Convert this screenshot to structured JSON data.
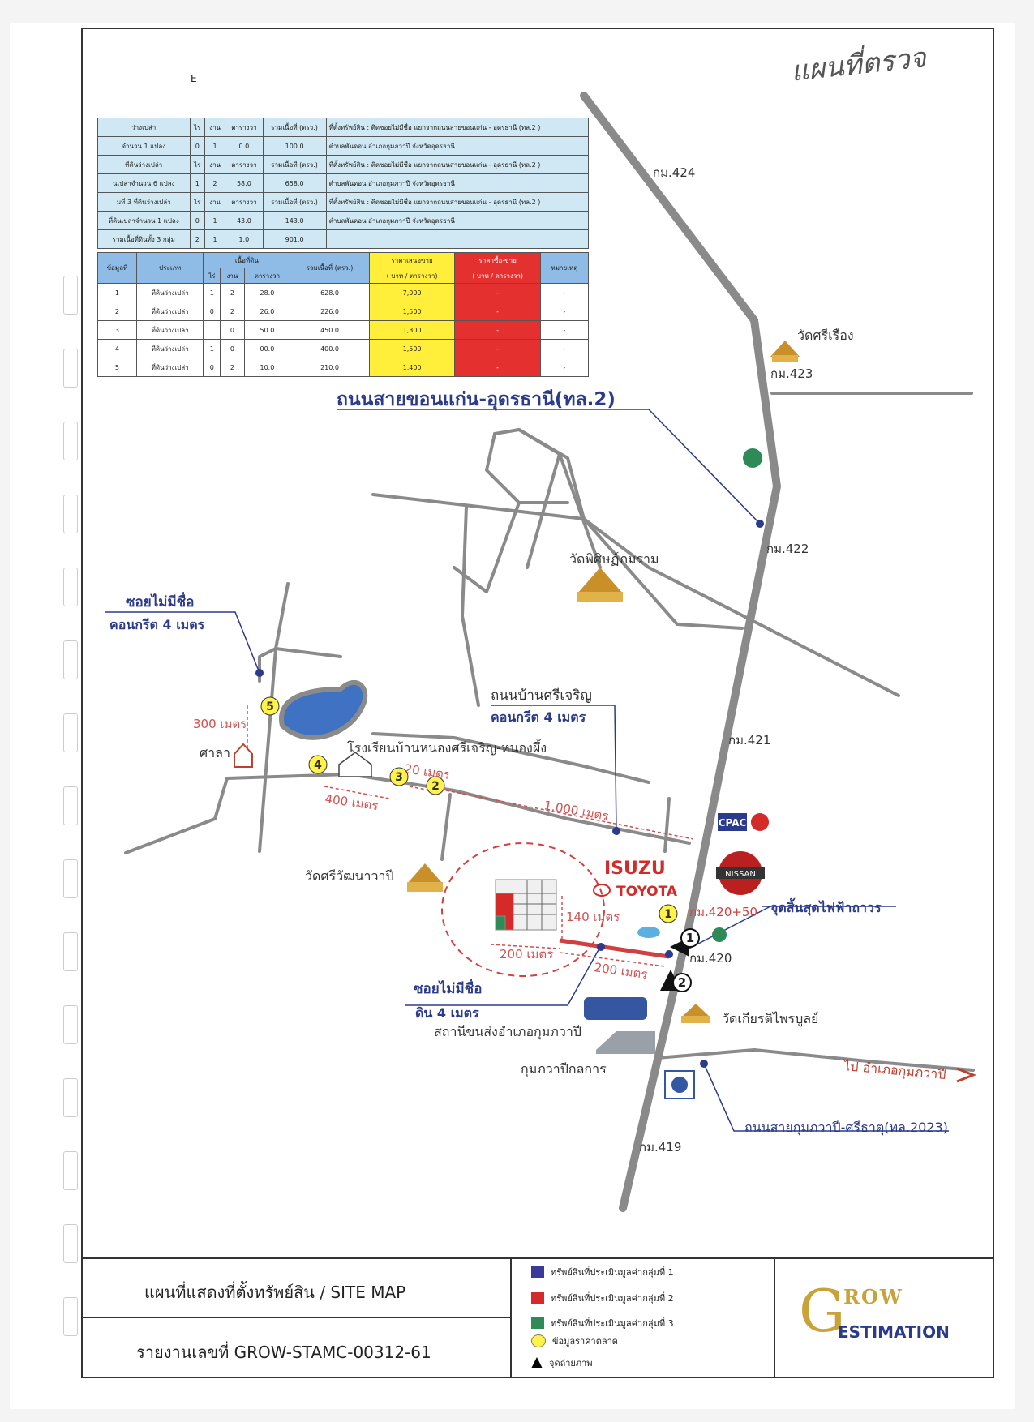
{
  "handwritten_note": "แผนที่ตรวจ",
  "corner_letter": "E",
  "info_table": {
    "rows": [
      [
        "ว่างเปล่า",
        "ไร่",
        "งาน",
        "ตารางวา",
        "รวมเนื้อที่ (ตรว.)",
        "ที่ตั้งทรัพย์สิน : ติดซอยไม่มีชื่อ แยกจากถนนสายขอนแก่น - อุดรธานี (ทล.2 )"
      ],
      [
        "จำนวน 1 แปลง",
        "0",
        "1",
        "0.0",
        "100.0",
        "ตำบลพันดอน อำเภอกุมภวาปี จังหวัดอุดรธานี"
      ],
      [
        "ที่ดินว่างเปล่า",
        "ไร่",
        "งาน",
        "ตารางวา",
        "รวมเนื้อที่ (ตรว.)",
        "ที่ตั้งทรัพย์สิน : ติดซอยไม่มีชื่อ แยกจากถนนสายขอนแก่น - อุดรธานี (ทล.2 )"
      ],
      [
        "นเปล่าจำนวน 6 แปลง",
        "1",
        "2",
        "58.0",
        "658.0",
        "ตำบลพันดอน อำเภอกุมภวาปี จังหวัดอุดรธานี"
      ],
      [
        "มที่ 3 ที่ดินว่างเปล่า",
        "ไร่",
        "งาน",
        "ตารางวา",
        "รวมเนื้อที่ (ตรว.)",
        "ที่ตั้งทรัพย์สิน : ติดซอยไม่มีชื่อ แยกจากถนนสายขอนแก่น - อุดรธานี (ทล.2 )"
      ],
      [
        "ที่ดินเปล่าจำนวน 1 แปลง",
        "0",
        "1",
        "43.0",
        "143.0",
        "ตำบลพันดอน อำเภอกุมภวาปี จังหวัดอุดรธานี"
      ],
      [
        "รวมเนื้อที่ดินทั้ง 3 กลุ่ม",
        "2",
        "1",
        "1.0",
        "901.0",
        ""
      ]
    ]
  },
  "market_table": {
    "headers": {
      "no": "ข้อมูลที่",
      "type": "ประเภท",
      "area": "เนื้อที่ดิน",
      "rai": "ไร่",
      "ngan": "งาน",
      "wa": "ตารางวา",
      "total": "รวมเนื้อที่ (ตรว.)",
      "offer": "ราคาเสนอขาย",
      "offer_unit": "( บาท / ตารางวา)",
      "sale": "ราคาซื้อ-ขาย",
      "sale_unit": "( บาท / ตารางวา)",
      "note": "หมายเหตุ"
    },
    "rows": [
      {
        "no": "1",
        "type": "ที่ดินว่างเปล่า",
        "rai": "1",
        "ngan": "2",
        "wa": "28.0",
        "total": "628.0",
        "offer": "7,000",
        "sale": "-",
        "note": "-"
      },
      {
        "no": "2",
        "type": "ที่ดินว่างเปล่า",
        "rai": "0",
        "ngan": "2",
        "wa": "26.0",
        "total": "226.0",
        "offer": "1,500",
        "sale": "-",
        "note": "-"
      },
      {
        "no": "3",
        "type": "ที่ดินว่างเปล่า",
        "rai": "1",
        "ngan": "0",
        "wa": "50.0",
        "total": "450.0",
        "offer": "1,300",
        "sale": "-",
        "note": "-"
      },
      {
        "no": "4",
        "type": "ที่ดินว่างเปล่า",
        "rai": "1",
        "ngan": "0",
        "wa": "00.0",
        "total": "400.0",
        "offer": "1,500",
        "sale": "-",
        "note": "-"
      },
      {
        "no": "5",
        "type": "ที่ดินว่างเปล่า",
        "rai": "0",
        "ngan": "2",
        "wa": "10.0",
        "total": "210.0",
        "offer": "1,400",
        "sale": "-",
        "note": "-"
      }
    ]
  },
  "map": {
    "highway_label": "ถนนสายขอนแก่น-อุดรธานี(ทล.2)",
    "km": [
      "กม.424",
      "กม.423",
      "กม.422",
      "กม.421",
      "กม.420+50",
      "กม.420",
      "กม.419"
    ],
    "places": {
      "wat_sri_rueang": "วัดศรีเรือง",
      "wat_phitsit": "วัดพิศิษฏ์ภมราม",
      "wat_sri_watana": "วัดศรีวัฒนาวาปี",
      "wat_kiat": "วัดเกียรติไพรบูลย์",
      "school": "โรงเรียนบ้านหนองศรีเจริญ-หนองผึ้ง",
      "sala": "ศาลา",
      "bus_station": "สถานีขนส่งอำเภอกุมภวาปี",
      "kumphawapi_pik": "กุมภวาปีกลการ",
      "to_kumphawapi": "ไป อำเภอกุมภวาปี"
    },
    "roads": {
      "soi_top_name": "ซอยไม่มีชื่อ",
      "soi_top_desc": "คอนกรีต 4 เมตร",
      "ban_sri_name": "ถนนบ้านศรีเจริญ",
      "ban_sri_desc": "คอนกรีต 4 เมตร",
      "soi_bottom_name": "ซอยไม่มีชื่อ",
      "soi_bottom_desc": "ดิน 4 เมตร",
      "road_2023": "ถนนสายกุมภวาปี-ศรีธาตุ(ทล.2023)"
    },
    "electric_end": "จุดสิ้นสุดไฟฟ้าถาวร",
    "distances": {
      "d300": "300 เมตร",
      "d400": "400 เมตร",
      "d20": "20 เมตร",
      "d1000": "1,000 เมตร",
      "d140": "140 เมตร",
      "d200a": "200 เมตร",
      "d200b": "200 เมตร"
    },
    "brands": {
      "isuzu": "ISUZU",
      "toyota": "TOYOTA",
      "nissan": "NISSAN",
      "cpac": "CPAC"
    },
    "markers": [
      "1",
      "2",
      "3",
      "4",
      "5"
    ],
    "photo_points": [
      "1",
      "2"
    ]
  },
  "footer": {
    "title": "แผนที่แสดงที่ตั้งทรัพย์สิน / SITE MAP",
    "report": "รายงานเลขที่ GROW-STAMC-00312-61",
    "legend": [
      {
        "label": "ทรัพย์สินที่ประเมินมูลค่ากลุ่มที่ 1",
        "color": "#3a3a9a"
      },
      {
        "label": "ทรัพย์สินที่ประเมินมูลค่ากลุ่มที่ 2",
        "color": "#d42a2a"
      },
      {
        "label": "ทรัพย์สินที่ประเมินมูลค่ากลุ่มที่ 3",
        "color": "#2e8b57"
      },
      {
        "label": "ข้อมูลราคาตลาด",
        "color": "#fff34a"
      },
      {
        "label": "จุดถ่ายภาพ",
        "color": "#000000"
      }
    ],
    "logo_top": "ROW",
    "logo_letter": "G",
    "logo_bottom": "ESTIMATION"
  },
  "colors": {
    "road": "#8a8a8a",
    "label_blue": "#2b3a8a",
    "dist_red": "#d05050",
    "marker_yellow": "#fff34a"
  }
}
